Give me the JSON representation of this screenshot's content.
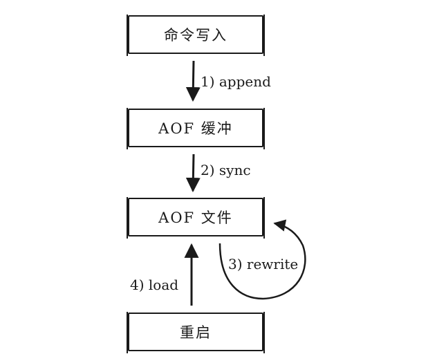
{
  "boxes": {
    "command_write": "命令写入",
    "aof_buffer": "AOF 缓冲",
    "aof_file": "AOF 文件",
    "restart": "重启"
  },
  "edges": {
    "append": "1) append",
    "sync": "2) sync",
    "rewrite": "3) rewrite",
    "load": "4) load"
  }
}
